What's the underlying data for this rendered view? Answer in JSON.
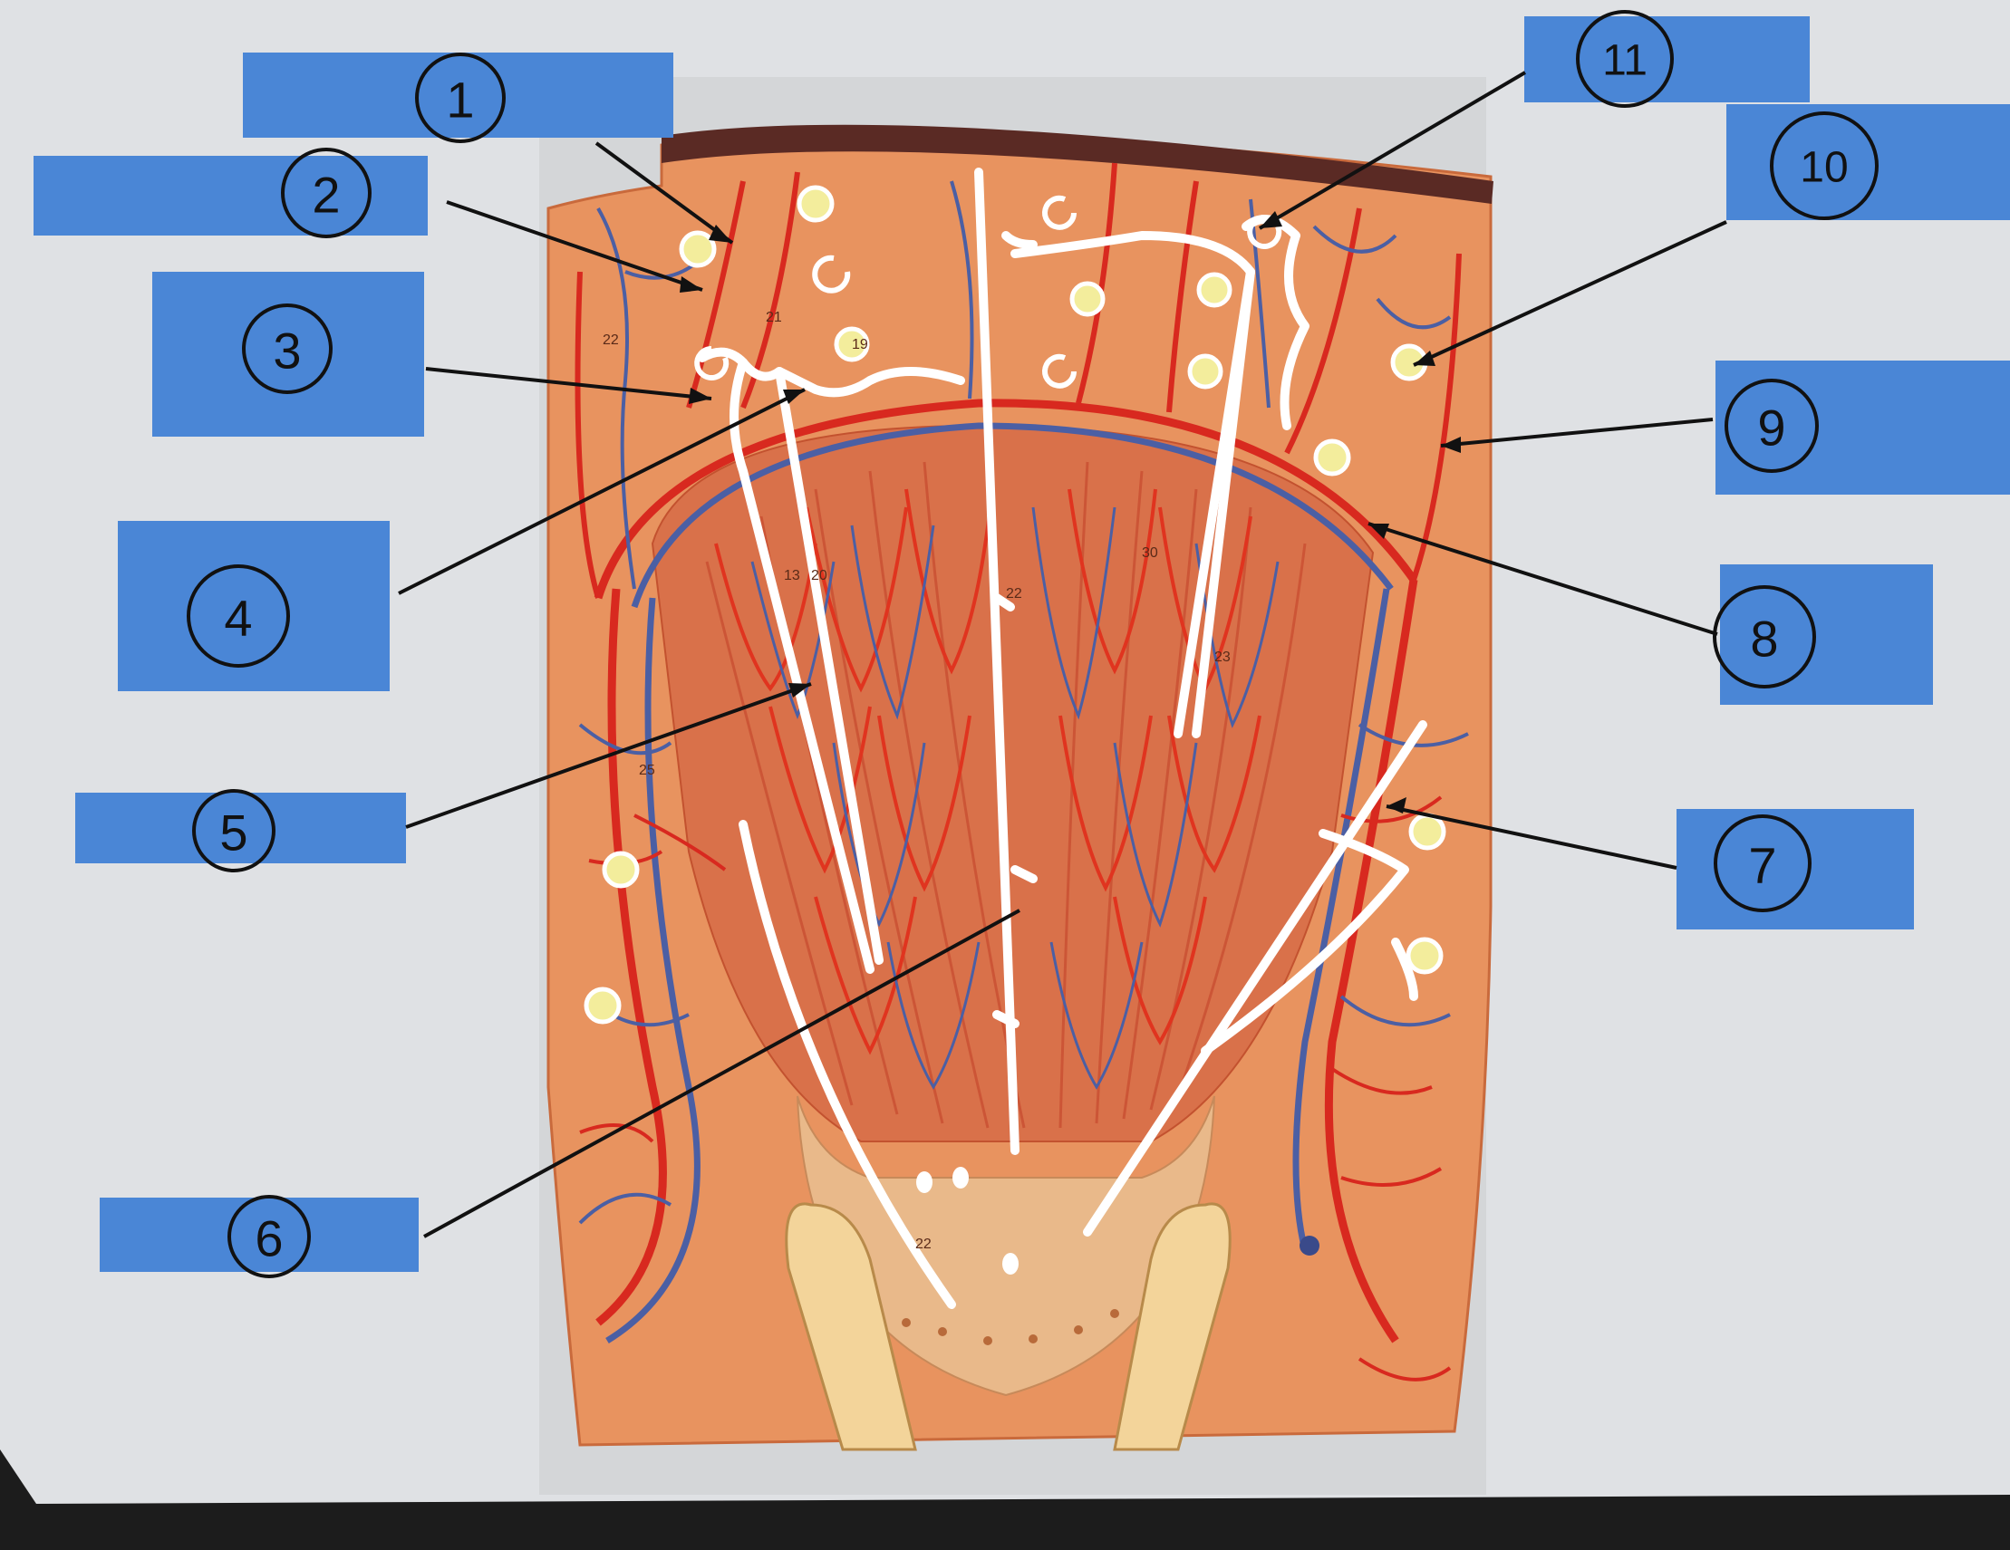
{
  "colors": {
    "frame": "#1c1c1c",
    "screen": "#dfe1e4",
    "label_box": "#4a86d6",
    "cortex": "#e8935f",
    "medulla": "#d9714a",
    "artery": "#d8291f",
    "vein": "#4b5fa4",
    "tubule": "#ffffff",
    "corpuscle": "#f3ed9c",
    "capsule_top": "#5a2a24",
    "papilla": "#e9b98a",
    "calyx": "#f3d49a"
  },
  "labels": [
    {
      "number": "1",
      "text": ""
    },
    {
      "number": "2",
      "text": ""
    },
    {
      "number": "3",
      "text": ""
    },
    {
      "number": "4",
      "text": ""
    },
    {
      "number": "5",
      "text": ""
    },
    {
      "number": "6",
      "text": ""
    },
    {
      "number": "7",
      "text": ""
    },
    {
      "number": "8",
      "text": ""
    },
    {
      "number": "9",
      "text": ""
    },
    {
      "number": "10",
      "text": ""
    },
    {
      "number": "11",
      "text": ""
    }
  ],
  "model_marks": [
    "22",
    "21",
    "19",
    "13",
    "20",
    "22",
    "30",
    "23",
    "25",
    "22"
  ]
}
